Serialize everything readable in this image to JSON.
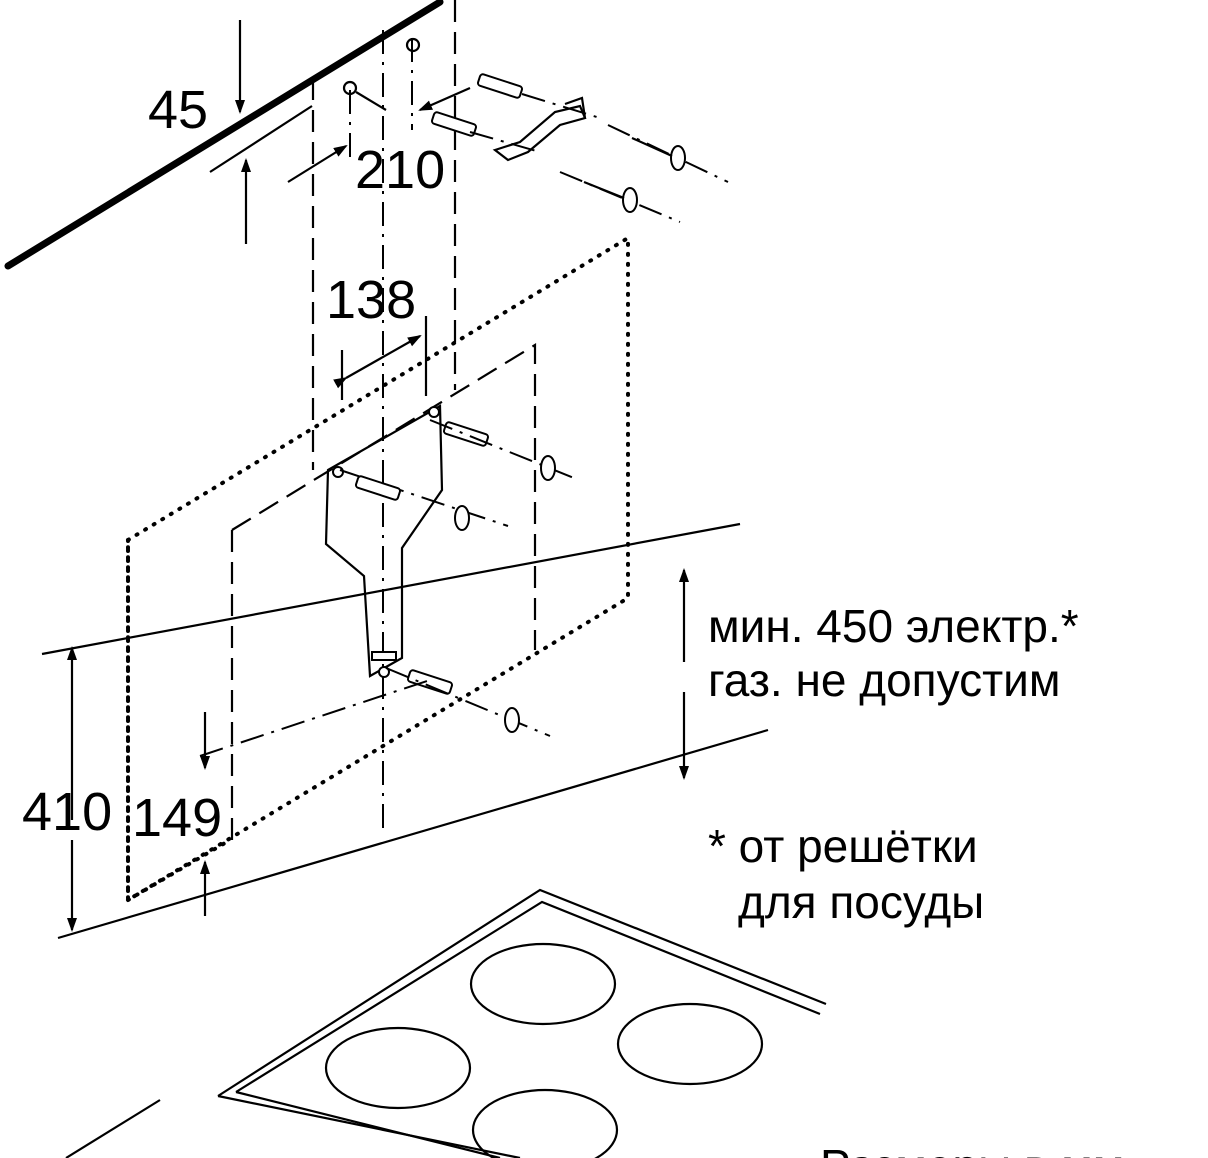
{
  "dimensions": {
    "wall_offset": "45",
    "hole_spacing_top": "210",
    "bracket_width": "138",
    "height_410": "410",
    "height_149": "149"
  },
  "notes": {
    "min_distance_line1": "мин. 450 электр.*",
    "min_distance_line2": "газ. не допустим",
    "footnote_line1": "* от решётки",
    "footnote_line2": "для посуды"
  },
  "units_label": "Размеры в мм"
}
